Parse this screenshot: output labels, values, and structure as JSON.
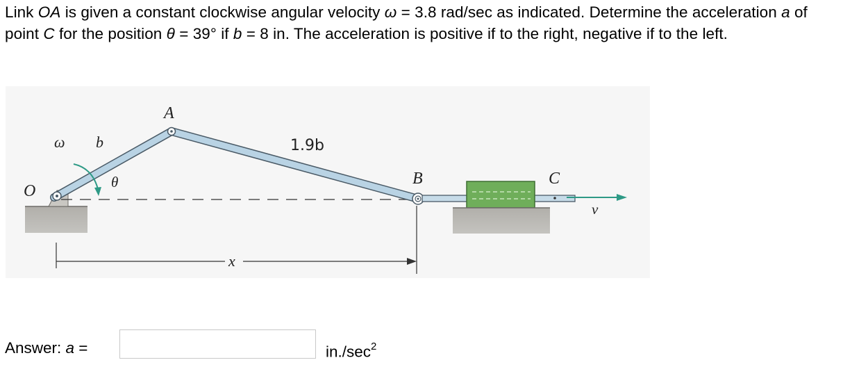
{
  "problem": {
    "p1": "Link ",
    "link_name": "OA",
    "p2": " is given a constant clockwise angular velocity ",
    "omega_symbol": "ω",
    "p3": " = 3.8 rad/sec as indicated. Determine the acceleration ",
    "accel_symbol": "a",
    "p4": " of point ",
    "point_name": "C",
    "p5": " for the position ",
    "theta_symbol": "θ",
    "p6": " = 39° if ",
    "b_symbol": "b",
    "p7": " = 8 in. The acceleration is positive if to the right, negative if to the left."
  },
  "figure": {
    "label_O": "O",
    "label_A": "A",
    "label_B": "B",
    "label_C": "C",
    "label_omega": "ω",
    "label_b": "b",
    "label_theta": "θ",
    "label_19b": "1.9b",
    "label_x": "x",
    "label_v": "v",
    "colors": {
      "link": "#b9d3e4",
      "link_stroke": "#4a5a66",
      "slider": "#6fae5a",
      "arrow": "#2e9a86",
      "ground": "#a9a7a2",
      "panel": "#f6f6f6"
    }
  },
  "answer": {
    "label_prefix": "Answer: ",
    "label_symbol": "a",
    "label_suffix": " =",
    "value": "",
    "placeholder": "",
    "unit": "in./sec",
    "unit_exp": "2"
  }
}
